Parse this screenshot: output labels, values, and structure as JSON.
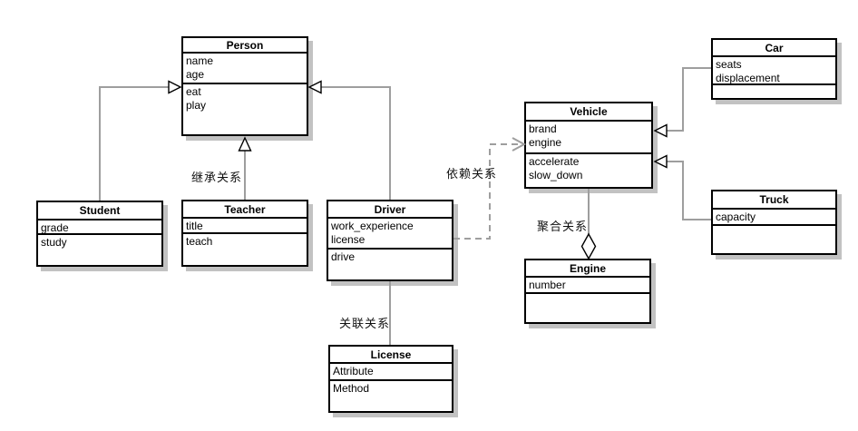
{
  "diagram": {
    "type": "uml-class-diagram",
    "classes": {
      "person": {
        "name": "Person",
        "attributes": [
          "name",
          "age"
        ],
        "methods": [
          "eat",
          "play"
        ]
      },
      "student": {
        "name": "Student",
        "attributes": [
          "grade"
        ],
        "methods": [
          "study"
        ]
      },
      "teacher": {
        "name": "Teacher",
        "attributes": [
          "title"
        ],
        "methods": [
          "teach"
        ]
      },
      "driver": {
        "name": "Driver",
        "attributes": [
          "work_experience",
          "license"
        ],
        "methods": [
          "drive"
        ]
      },
      "license": {
        "name": "License",
        "attributes": [
          "Attribute"
        ],
        "methods": [
          "Method"
        ]
      },
      "vehicle": {
        "name": "Vehicle",
        "attributes": [
          "brand",
          "engine"
        ],
        "methods": [
          "accelerate",
          "slow_down"
        ]
      },
      "engine": {
        "name": "Engine",
        "attributes": [
          "number"
        ],
        "methods": []
      },
      "car": {
        "name": "Car",
        "attributes": [
          "seats",
          "displacement"
        ],
        "methods": []
      },
      "truck": {
        "name": "Truck",
        "attributes": [
          "capacity"
        ],
        "methods": []
      }
    },
    "labels": {
      "inheritance": "继承关系",
      "dependency": "依赖关系",
      "association": "关联关系",
      "aggregation": "聚合关系"
    },
    "colors": {
      "background": "#ffffff",
      "box_fill": "#ffffff",
      "box_border": "#000000",
      "connector": "#9e9e9e",
      "arrowhead_stroke": "#000000",
      "arrowhead_fill": "#ffffff",
      "shadow": "#c2c2c2"
    }
  }
}
